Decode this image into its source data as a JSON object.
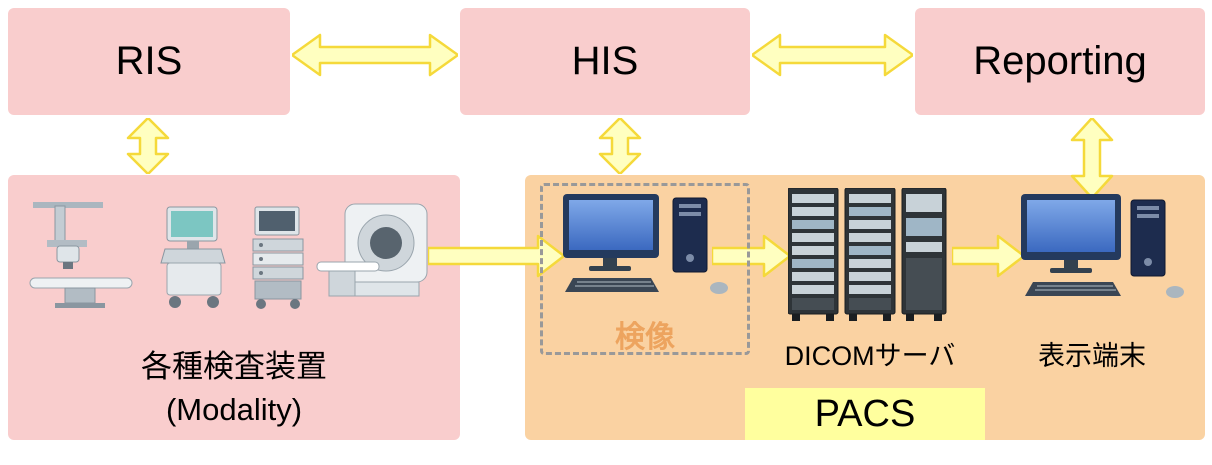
{
  "colors": {
    "pink": "#F9CDCD",
    "orange": "#FAD2A2",
    "arrow_fill": "#FFFFC0",
    "arrow_stroke": "#F5D93A",
    "pacs_label_bg": "#FFFF9E",
    "kensho_text": "#EDA45F",
    "dashed_border": "#999999",
    "text": "#000000"
  },
  "top_row": {
    "ris": "RIS",
    "his": "HIS",
    "reporting": "Reporting"
  },
  "modality": {
    "line1": "各種検査装置",
    "line2": "(Modality)"
  },
  "pacs": {
    "kensho_label": "検像",
    "dicom_server_label": "DICOMサーバ",
    "display_terminal_label": "表示端末",
    "pacs_label": "PACS"
  },
  "icons": {
    "modality_devices": [
      "xray-machine-icon",
      "ultrasound-machine-icon",
      "endoscopy-cart-icon",
      "ct-scanner-icon"
    ],
    "kensho_device": "workstation-icon",
    "dicom_device": "server-rack-icon",
    "terminal_device": "display-terminal-icon"
  }
}
